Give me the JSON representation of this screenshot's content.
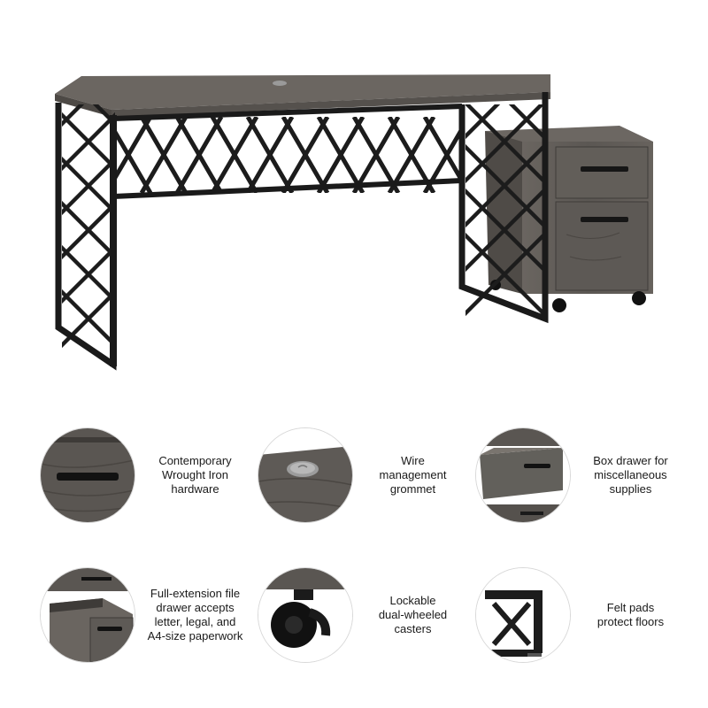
{
  "product": {
    "colors": {
      "wood": "#5f5b57",
      "wood_dark": "#4a4642",
      "metal": "#1f1f1f",
      "background": "#ffffff"
    },
    "icons": [
      "desk-image",
      "hardware-thumb",
      "grommet-thumb",
      "box-drawer-thumb",
      "file-drawer-thumb",
      "caster-thumb",
      "felt-pad-thumb"
    ]
  },
  "features": [
    {
      "caption": "Contemporary\nWrought Iron\nhardware",
      "icon": "drawer-handle-icon"
    },
    {
      "caption": "Wire\nmanagement\ngrommet",
      "icon": "grommet-icon"
    },
    {
      "caption": "Box drawer for\nmiscellaneous\nsupplies",
      "icon": "box-drawer-icon"
    },
    {
      "caption": "Full-extension file\ndrawer accepts\nletter, legal, and\nA4-size paperwork",
      "icon": "file-drawer-icon"
    },
    {
      "caption": "Lockable\ndual-wheeled\ncasters",
      "icon": "caster-wheel-icon"
    },
    {
      "caption": "Felt pads\nprotect floors",
      "icon": "felt-pad-icon"
    }
  ]
}
